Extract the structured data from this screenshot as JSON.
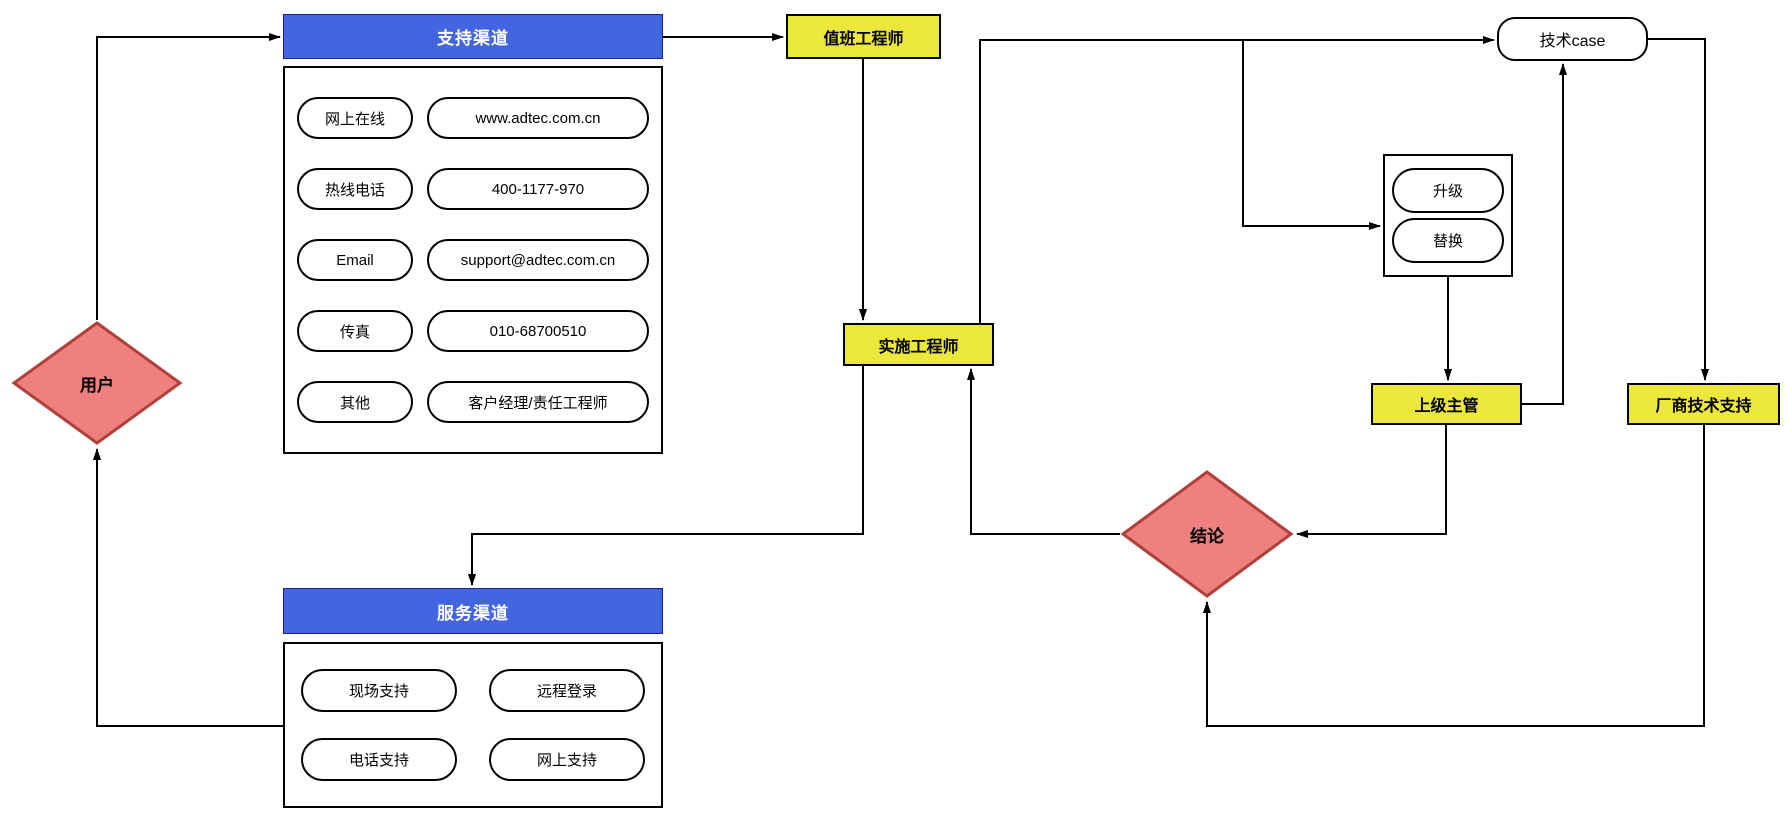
{
  "nodes": {
    "user": {
      "label": "用户"
    },
    "support_channel": {
      "title": "支持渠道",
      "rows": [
        {
          "key": "网上在线",
          "value": "www.adtec.com.cn"
        },
        {
          "key": "热线电话",
          "value": "400-1177-970"
        },
        {
          "key": "Email",
          "value": "support@adtec.com.cn"
        },
        {
          "key": "传真",
          "value": "010-68700510"
        },
        {
          "key": "其他",
          "value": "客户经理/责任工程师"
        }
      ]
    },
    "duty_engineer": {
      "label": "值班工程师"
    },
    "impl_engineer": {
      "label": "实施工程师"
    },
    "tech_case": {
      "label": "技术case"
    },
    "escalation": {
      "options": [
        "升级",
        "替换"
      ]
    },
    "supervisor": {
      "label": "上级主管"
    },
    "vendor_support": {
      "label": "厂商技术支持"
    },
    "conclusion": {
      "label": "结论"
    },
    "service_channel": {
      "title": "服务渠道",
      "items": [
        "现场支持",
        "远程登录",
        "电话支持",
        "网上支持"
      ]
    }
  },
  "colors": {
    "header_blue": "#4365e1",
    "highlight_yellow": "#ece73b",
    "decision_red": "#f08080",
    "decision_border": "#b0403a",
    "line_black": "#000000"
  }
}
